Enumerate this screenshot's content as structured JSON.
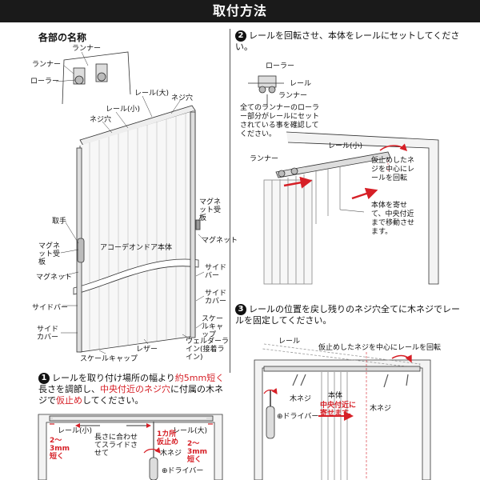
{
  "header": {
    "title": "取付方法"
  },
  "parts": {
    "title": "各部の名称",
    "labels": {
      "runner_top": "ランナー",
      "runner_left": "ランナー",
      "roller": "ローラー",
      "rail_large": "レール(大)",
      "screw_hole_top": "ネジ穴",
      "rail_small": "レール(小)",
      "screw_hole_mid": "ネジ穴",
      "magnet_plate_right": "マグネット受板",
      "magnet_right": "マグネット",
      "handle": "取手",
      "magnet_plate_left": "マグネット受板",
      "body": "アコーデオンドア本体",
      "magnet_left": "マグネット",
      "side_bar_right": "サイドバー",
      "side_cover_right": "サイドカバー",
      "side_bar_left": "サイドバー",
      "end_cap_right": "スケールキャップ",
      "side_cover_left": "サイドカバー",
      "welder_line": "ウェルダーライン(接着ライン)",
      "leather": "レザー",
      "end_cap_bottom": "スケールキャップ"
    }
  },
  "step1": {
    "num": "1",
    "text_a": "レールを取り付け場所の幅より",
    "text_red_a": "約5mm短く",
    "text_b": "長さを調節し、",
    "text_red_b": "中央付近のネジ穴",
    "text_c": "に付属の木ネジで",
    "text_red_c": "仮止め",
    "text_d": "してください。",
    "labels": {
      "rail_small": "レール(小)",
      "rail_large": "レール(大)",
      "gap_left": "2〜3mm短く",
      "slide": "長さに合わせてスライドさせて",
      "one_spot": "1カ所仮止め",
      "gap_right": "2〜3mm短く",
      "wood_screw": "木ネジ",
      "driver": "⊕ドライバー"
    }
  },
  "step2": {
    "num": "2",
    "text": "レールを回転させ、本体をレールにセットしてください。",
    "labels": {
      "roller": "ローラー",
      "rail": "レール",
      "runner": "ランナー",
      "note": "全てのランナーのローラー部分がレールにセットされている事を確認してください。",
      "runner_main": "ランナー",
      "rail_small": "レール(小)",
      "rotate": "仮止めしたネジを中心にレールを回転",
      "move": "本体を寄せて、中央付近まで移動させます。"
    }
  },
  "step3": {
    "num": "3",
    "text": "レールの位置を戻し残りのネジ穴全てに木ネジでレールを固定してください。",
    "labels": {
      "rail": "レール",
      "rotate": "仮止めしたネジを中心にレールを回転",
      "wood_screw_left": "木ネジ",
      "body": "本体",
      "center": "中央付近に寄せます。",
      "wood_screw_right": "木ネジ",
      "driver": "⊕ドライバー"
    }
  }
}
